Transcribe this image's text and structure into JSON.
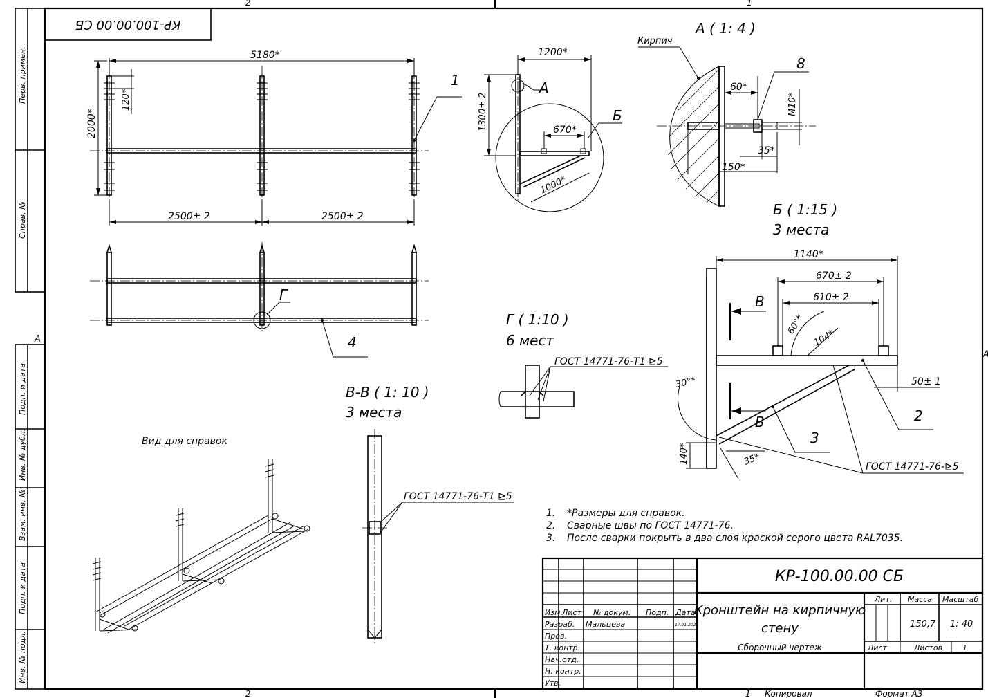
{
  "frame": {
    "zone_top_left": "2",
    "zone_top_right": "1",
    "zone_bottom_left": "2",
    "zone_bottom_right": "1",
    "zone_side_left": "A",
    "zone_side_right": "A",
    "copied_label": "Копировал",
    "format_label": "Формат А3"
  },
  "side_strip": {
    "perv_primen": "Перв. примен.",
    "sprav_no": "Справ. №",
    "podp_data_1": "Подп. и дата",
    "inv_no_dubl": "Инв. № дубл.",
    "vzam_inv_no": "Взам. инв. №",
    "podp_data_2": "Подп. и дата",
    "inv_no_podl": "Инв. № подл."
  },
  "mirror_designation": "КР-100.00.00 СБ",
  "main_view": {
    "dim_overall": "5180*",
    "dim_height": "2000*",
    "dim_offset": "120*",
    "dim_span_1": "2500± 2",
    "dim_span_2": "2500± 2",
    "leader_1": "1",
    "leader_4": "4",
    "callout_g": "Г"
  },
  "side_view": {
    "dim_width": "1200*",
    "dim_height": "1300± 2",
    "dim_arm": "670*",
    "dim_brace": "1000*",
    "callout_a": "А",
    "callout_b": "Б"
  },
  "detail_a": {
    "title": "А ( 1: 4 )",
    "brick_label": "Кирпич",
    "dim_60": "60*",
    "dim_m10": "М10*",
    "dim_35": "35*",
    "dim_150": "150*",
    "leader_8": "8"
  },
  "detail_b": {
    "title": "Б ( 1:15 )",
    "subtitle": "3 места",
    "dim_1140": "1140*",
    "dim_670": "670± 2",
    "dim_610": "610± 2",
    "dim_104": "104*",
    "angle_60": "60°*",
    "angle_30": "30°*",
    "dim_50": "50± 1",
    "dim_140": "140*",
    "dim_35": "35*",
    "section_mark_1": "В",
    "section_mark_2": "В",
    "leader_2": "2",
    "leader_3": "3",
    "weld_note": "ГОСТ 14771-76-⊵5"
  },
  "detail_g": {
    "title": "Г ( 1:10 )",
    "subtitle": "6 мест",
    "weld_note": "ГОСТ 14771-76-Т1 ⊵5"
  },
  "section_vv": {
    "title": "В-В ( 1: 10 )",
    "subtitle": "3 места",
    "weld_note": "ГОСТ 14771-76-Т1 ⊵5"
  },
  "iso_view": {
    "label": "Вид для справок"
  },
  "notes": [
    {
      "num": "1.",
      "text": "*Размеры для справок."
    },
    {
      "num": "2.",
      "text": "Сварные швы по ГОСТ 14771-76."
    },
    {
      "num": "3.",
      "text": "После сварки покрыть в два слоя краской серого цвета RAL7035."
    }
  ],
  "title_block": {
    "designation": "КР-100.00.00 СБ",
    "name_line1": "Кронштейн на кирпичную",
    "name_line2": "стену",
    "doc_type": "Сборочный чертеж",
    "head_izm": "Изм.",
    "head_list": "Лист",
    "head_doc": "№ докум.",
    "head_podp": "Подп.",
    "head_data": "Дата",
    "row_razrab": "Разраб.",
    "row_razrab_name": "Мальцева",
    "row_razrab_date": "17.01.2025",
    "row_prov": "Пров.",
    "row_tkontr": "Т. контр.",
    "row_nachotd": "Нач.отд.",
    "row_nkontr": "Н. контр.",
    "row_utv": "Утв.",
    "lit_label": "Лит.",
    "massa_label": "Масса",
    "masshtab_label": "Масштаб",
    "massa_value": "150,7",
    "masshtab_value": "1: 40",
    "list_label": "Лист",
    "listov_label": "Листов",
    "listov_value": "1"
  }
}
